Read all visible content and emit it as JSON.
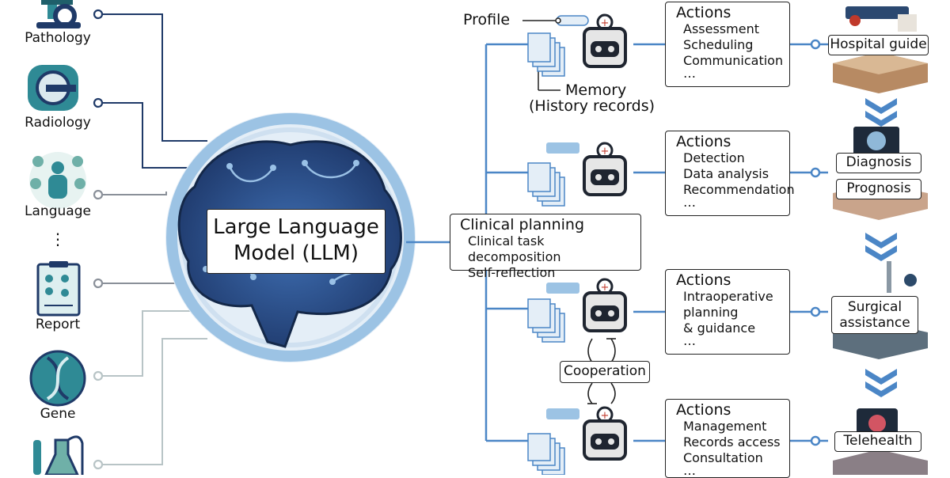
{
  "inputs": [
    {
      "label": "Pathology",
      "icon": "microscope-icon"
    },
    {
      "label": "Radiology",
      "icon": "mri-scanner-icon"
    },
    {
      "label": "Language",
      "icon": "doctor-speech-icon"
    },
    {
      "label": "⋮",
      "icon": ""
    },
    {
      "label": "Report",
      "icon": "clipboard-report-icon"
    },
    {
      "label": "Gene",
      "icon": "dna-icon"
    },
    {
      "label": "",
      "icon": "lab-flask-icon"
    }
  ],
  "llm": {
    "line1": "Large Language",
    "line2": "Model (LLM)"
  },
  "agent_annotations": {
    "profile": "Profile",
    "memory_line1": "Memory",
    "memory_line2": "(History records)"
  },
  "planning": {
    "title": "Clinical planning",
    "items": [
      "Clinical task decomposition",
      "Self-reflection"
    ]
  },
  "cooperation": "Cooperation",
  "actions": [
    {
      "title": "Actions",
      "items": [
        "Assessment",
        "Scheduling",
        "Communication"
      ],
      "more": "…"
    },
    {
      "title": "Actions",
      "items": [
        "Detection",
        "Data analysis",
        "Recommendation"
      ],
      "more": "…"
    },
    {
      "title": "Actions",
      "items": [
        "Intraoperative",
        "planning",
        "& guidance"
      ],
      "more": "…"
    },
    {
      "title": "Actions",
      "items": [
        "Management",
        "Records access",
        "Consultation"
      ],
      "more": "…"
    }
  ],
  "outcomes": {
    "hospital_guide": "Hospital guide",
    "diagnosis": "Diagnosis",
    "prognosis": "Prognosis",
    "surgical_line1": "Surgical",
    "surgical_line2": "assistance",
    "telehealth": "Telehealth"
  },
  "colors": {
    "navy": "#1f3a68",
    "teal": "#2f8a95",
    "light_blue": "#9cc3e4",
    "gray_line": "#8a9099",
    "arrow_blue": "#4b86c6"
  }
}
